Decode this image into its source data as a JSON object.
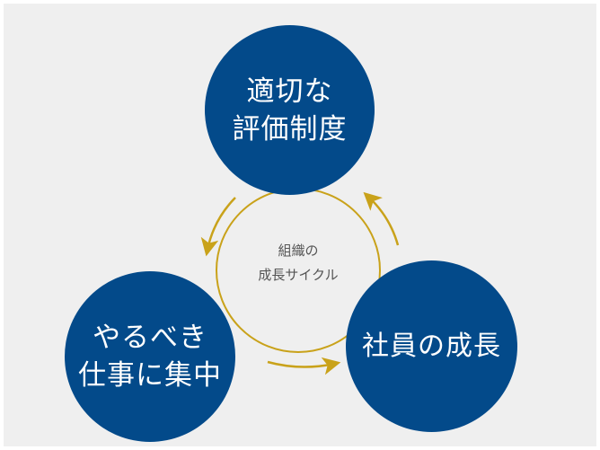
{
  "colors": {
    "background": "#efefef",
    "circle_fill": "#034a8a",
    "circle_text": "#ffffff",
    "ring": "#c9a21a",
    "center_text": "#555555"
  },
  "nodes": {
    "top": {
      "line1": "適切な",
      "line2": "評価制度"
    },
    "left": {
      "line1": "やるべき",
      "line2": "仕事に集中"
    },
    "right": {
      "line1": "社員の成長"
    }
  },
  "center": {
    "line1": "組織の",
    "line2": "成長サイクル"
  }
}
